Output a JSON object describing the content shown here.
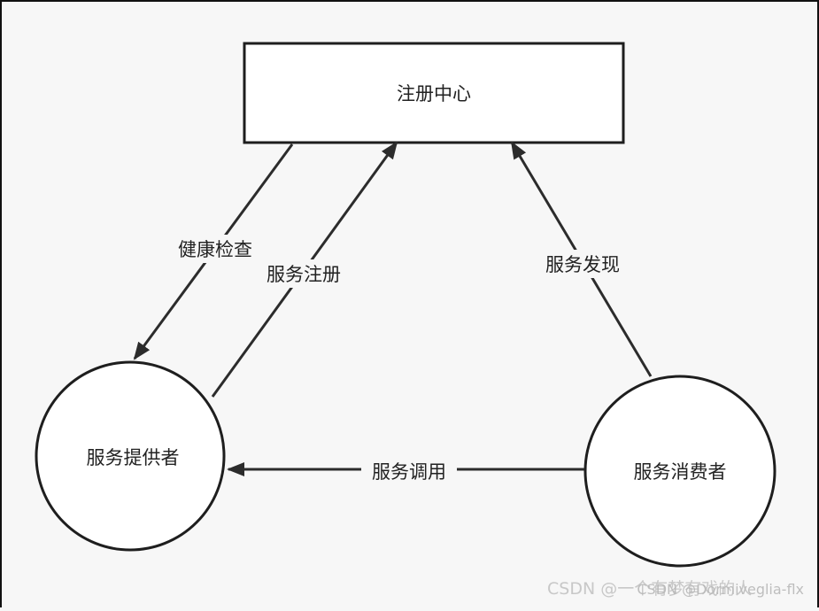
{
  "diagram": {
    "nodes": {
      "registry": {
        "label": "注册中心"
      },
      "provider": {
        "label": "服务提供者"
      },
      "consumer": {
        "label": "服务消费者"
      }
    },
    "edges": {
      "health_check": {
        "label": "健康检查"
      },
      "register": {
        "label": "服务注册"
      },
      "discover": {
        "label": "服务发现"
      },
      "invoke": {
        "label": "服务调用"
      }
    }
  },
  "watermark": {
    "text": "CSDN @一个有梦有戏的人",
    "overlay_text": "CSDN @Dormiveglia-flx"
  },
  "colors": {
    "background": "#f7f7f7",
    "stroke": "#1e1e1e",
    "line": "#2c2c2c",
    "text": "#222222",
    "watermark": "#c8c8c8"
  }
}
